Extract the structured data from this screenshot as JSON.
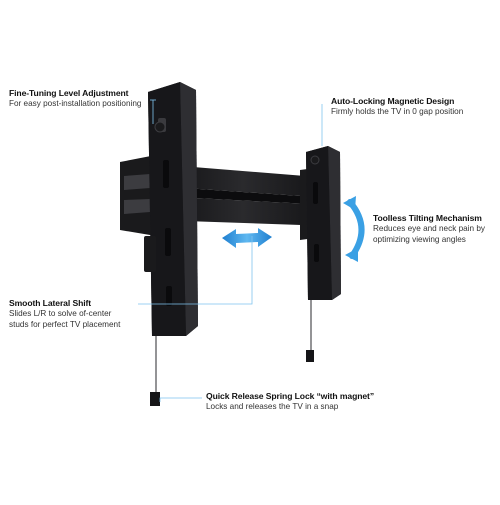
{
  "callouts": {
    "fine_tuning": {
      "title": "Fine-Tuning Level Adjustment",
      "lines": [
        "For easy post-installation positioning"
      ]
    },
    "auto_locking": {
      "title": "Auto-Locking Magnetic Design",
      "lines": [
        "Firmly holds the TV in 0 gap position"
      ]
    },
    "toolless_tilting": {
      "title": "Toolless Tilting Mechanism",
      "lines": [
        "Reduces eye and neck pain by",
        "optimizing viewing angles"
      ]
    },
    "lateral_shift": {
      "title": "Smooth Lateral Shift",
      "lines": [
        "Slides L/R to solve of-center",
        "studs for perfect TV placement"
      ]
    },
    "quick_release": {
      "title": "Quick Release Spring Lock “with magnet”",
      "lines": [
        "Locks and releases the TV in a snap"
      ]
    }
  },
  "colors": {
    "accent": "#2f9be0",
    "metal": "#1c1c1e",
    "metal_edge": "#3a3a3d",
    "callout_line": "#7fc4ef"
  }
}
